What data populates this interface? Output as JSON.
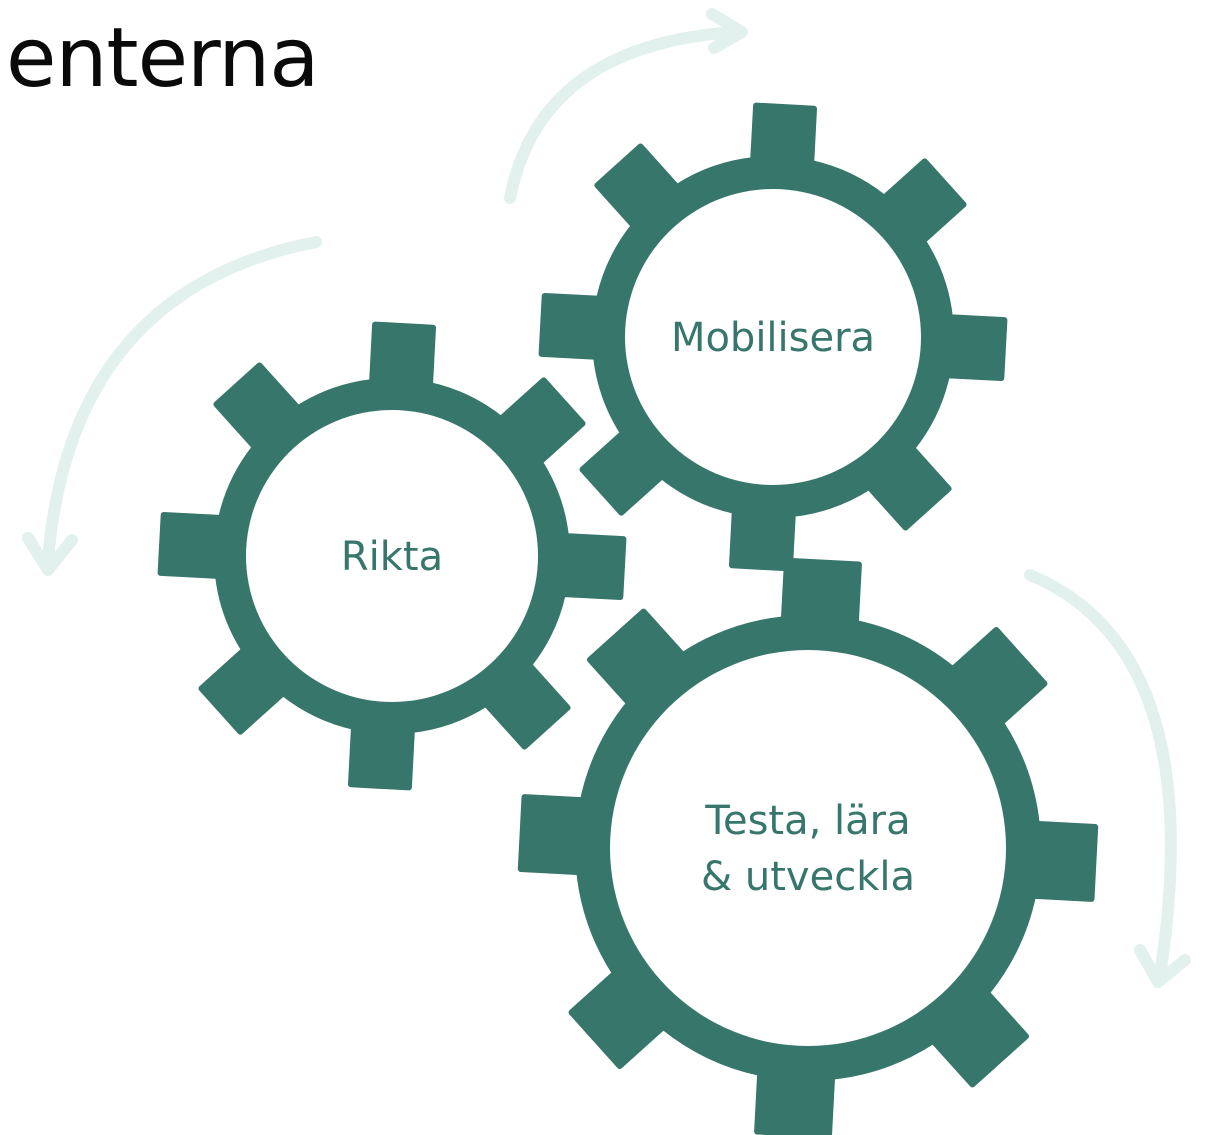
{
  "heading": {
    "text": "enterna"
  },
  "colors": {
    "gear": "#37766b",
    "gear_center": "#ffffff",
    "label": "#37766b",
    "arrow": "#e2f1ed",
    "heading": "#0a0a0a"
  },
  "gears": [
    {
      "id": "rikta",
      "lines": [
        "Rikta"
      ]
    },
    {
      "id": "mobilisera",
      "lines": [
        "Mobilisera"
      ]
    },
    {
      "id": "testa",
      "lines": [
        "Testa, lära",
        "& utveckla"
      ]
    }
  ]
}
